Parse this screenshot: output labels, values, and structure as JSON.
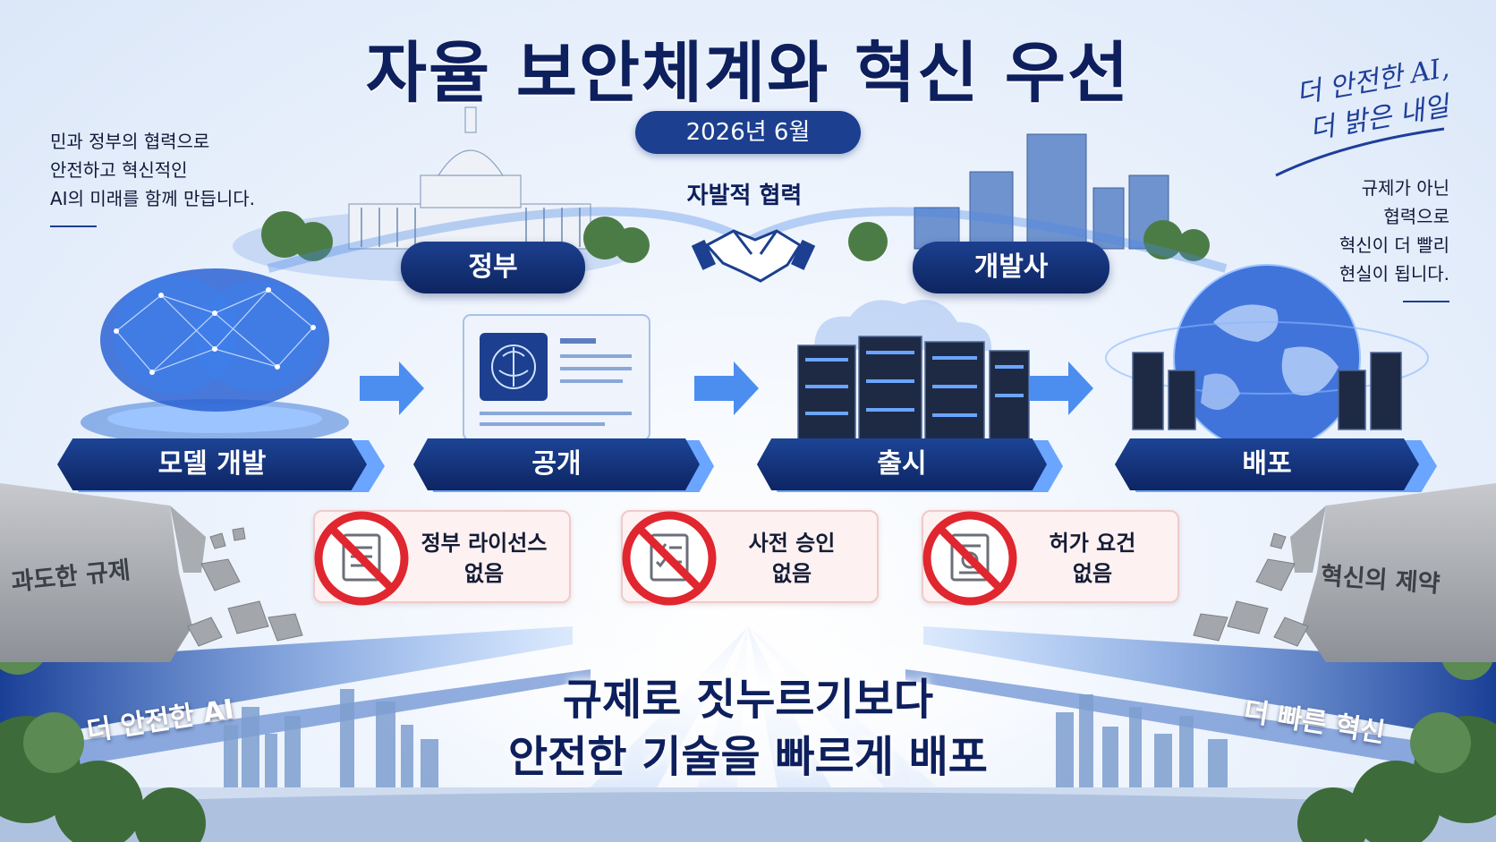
{
  "title": "자율 보안체계와 혁신 우선",
  "date": "2026년 6월",
  "left_note": {
    "lines": [
      "민과 정부의 협력으로",
      "안전하고 혁신적인",
      "AI의 미래를 함께 만듭니다."
    ]
  },
  "right_note": {
    "lines": [
      "규제가 아닌",
      "협력으로",
      "혁신이 더 빨리",
      "현실이 됩니다."
    ]
  },
  "script_slogan": {
    "lines": [
      "더 안전한 AI,",
      "더 밝은 내일"
    ]
  },
  "partners": {
    "government": "정부",
    "developer": "개발사",
    "cooperation": "자발적 협력"
  },
  "steps": [
    {
      "label": "모델 개발",
      "icon": "neural-brain-icon"
    },
    {
      "label": "공개",
      "icon": "document-brain-icon"
    },
    {
      "label": "출시",
      "icon": "server-cloud-icon"
    },
    {
      "label": "배포",
      "icon": "globe-server-icon"
    }
  ],
  "no_requirements": [
    {
      "line1": "정부 라이선스",
      "line2": "없음"
    },
    {
      "line1": "사전 승인",
      "line2": "없음"
    },
    {
      "line1": "허가 요건",
      "line2": "없음"
    }
  ],
  "walls": {
    "left": "과도한 규제",
    "right": "혁신의 제약"
  },
  "roads": {
    "left": "더 안전한 AI",
    "right": "더 빠른 혁신"
  },
  "slogan": {
    "line1": "규제로 짓누르기보다",
    "line2": "안전한 기술을 빠르게 배포"
  },
  "colors": {
    "navy": "#0d1f5c",
    "accent_blue": "#1c3f8f",
    "prohibition_red": "#e0262f",
    "light_blue": "#6aa5ff"
  }
}
